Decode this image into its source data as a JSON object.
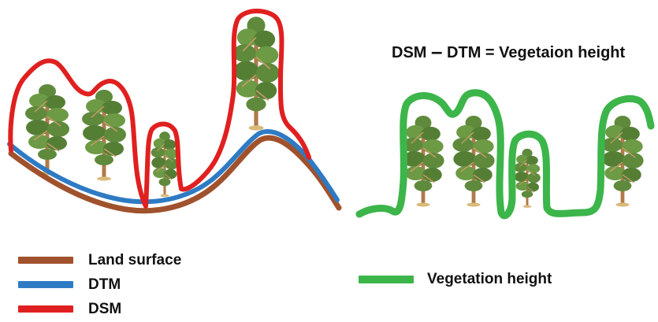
{
  "equation": {
    "left": "DSM",
    "operator": "–",
    "right": "DTM = Vegetaion height"
  },
  "legend_left": [
    {
      "label": "Land surface",
      "color": "#a0522d"
    },
    {
      "label": "DTM",
      "color": "#2e7bc4"
    },
    {
      "label": "DSM",
      "color": "#e02020"
    }
  ],
  "legend_right": [
    {
      "label": "Vegetation height",
      "color": "#3cb54a"
    }
  ],
  "colors": {
    "land_surface": "#a0522d",
    "dtm": "#2e7bc4",
    "dsm": "#e02020",
    "vegetation_height": "#3cb54a",
    "foliage": "#5f8a3c",
    "trunk": "#b07a4a"
  }
}
